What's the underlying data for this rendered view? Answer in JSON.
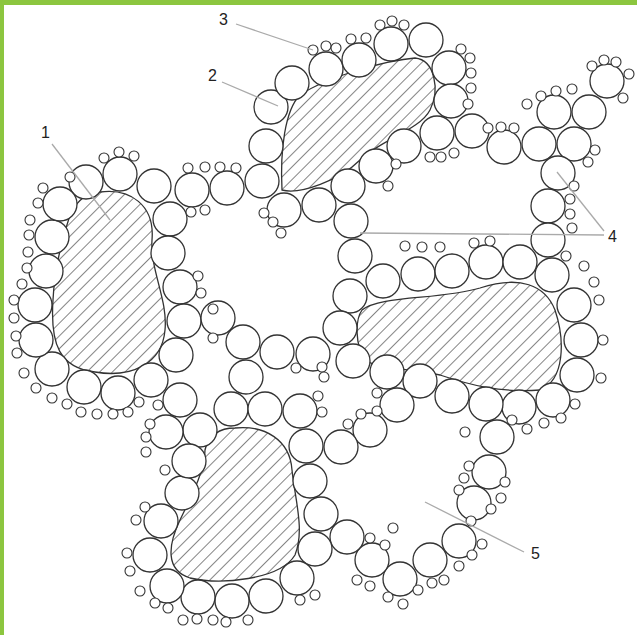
{
  "diagram": {
    "labels": [
      "3",
      "2",
      "1",
      "4",
      "5"
    ]
  }
}
